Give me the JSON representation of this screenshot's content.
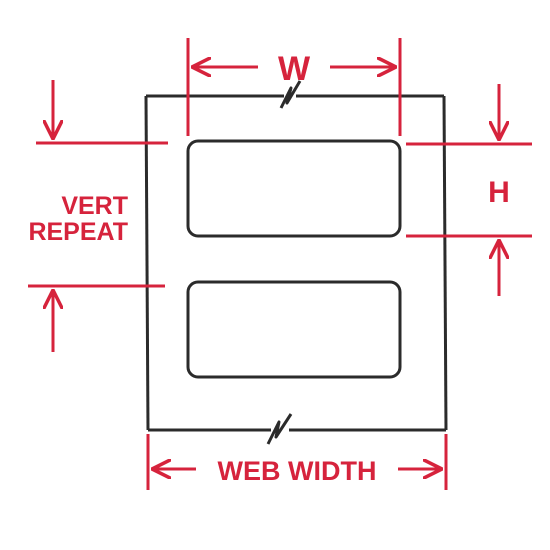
{
  "labels": {
    "width": "W",
    "height": "H",
    "vert_repeat_line1": "VERT",
    "vert_repeat_line2": "REPEAT",
    "web_width": "WEB WIDTH"
  },
  "colors": {
    "dimension": "#d6233c",
    "outline": "#2b2b2b",
    "background": "#ffffff"
  }
}
